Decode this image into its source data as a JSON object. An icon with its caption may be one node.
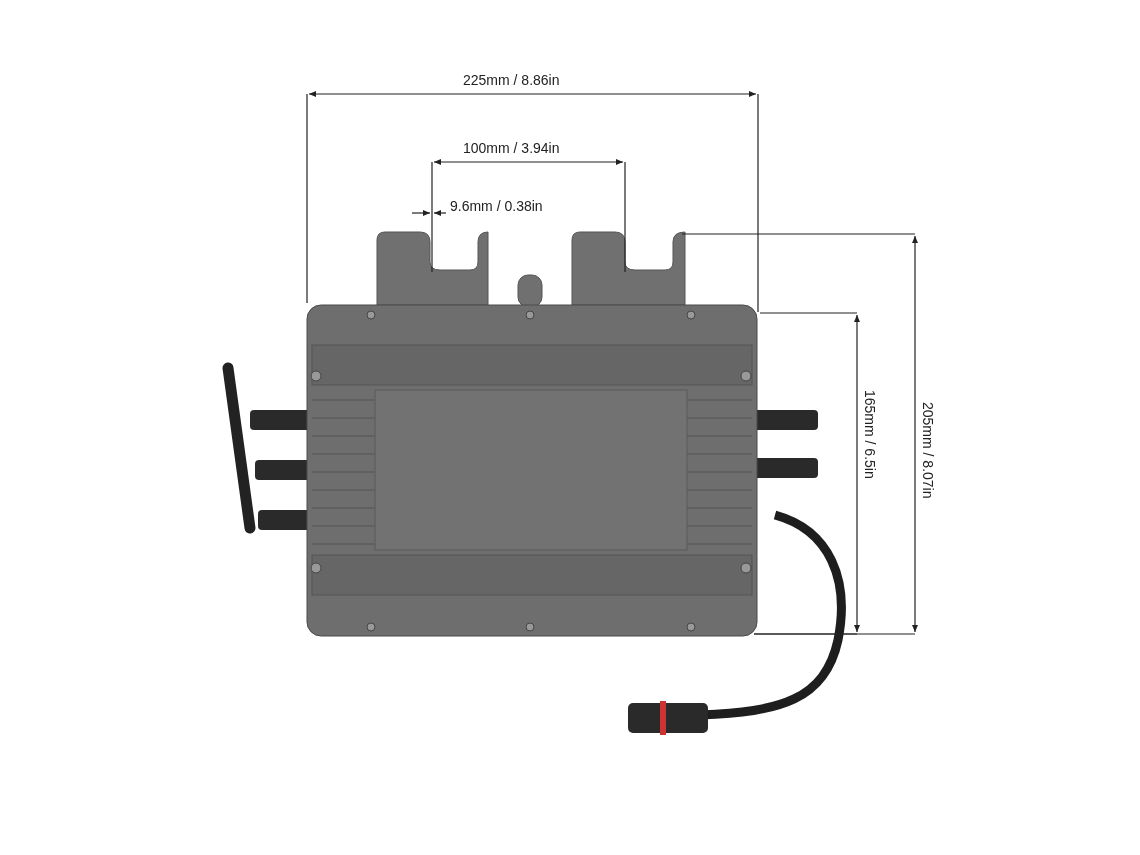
{
  "diagram": {
    "labels": [
      "225mm / 8.86in",
      "100mm / 3.94in",
      "9.6mm / 0.38in",
      "165mm / 6.5in",
      "205mm / 8.07in"
    ]
  }
}
